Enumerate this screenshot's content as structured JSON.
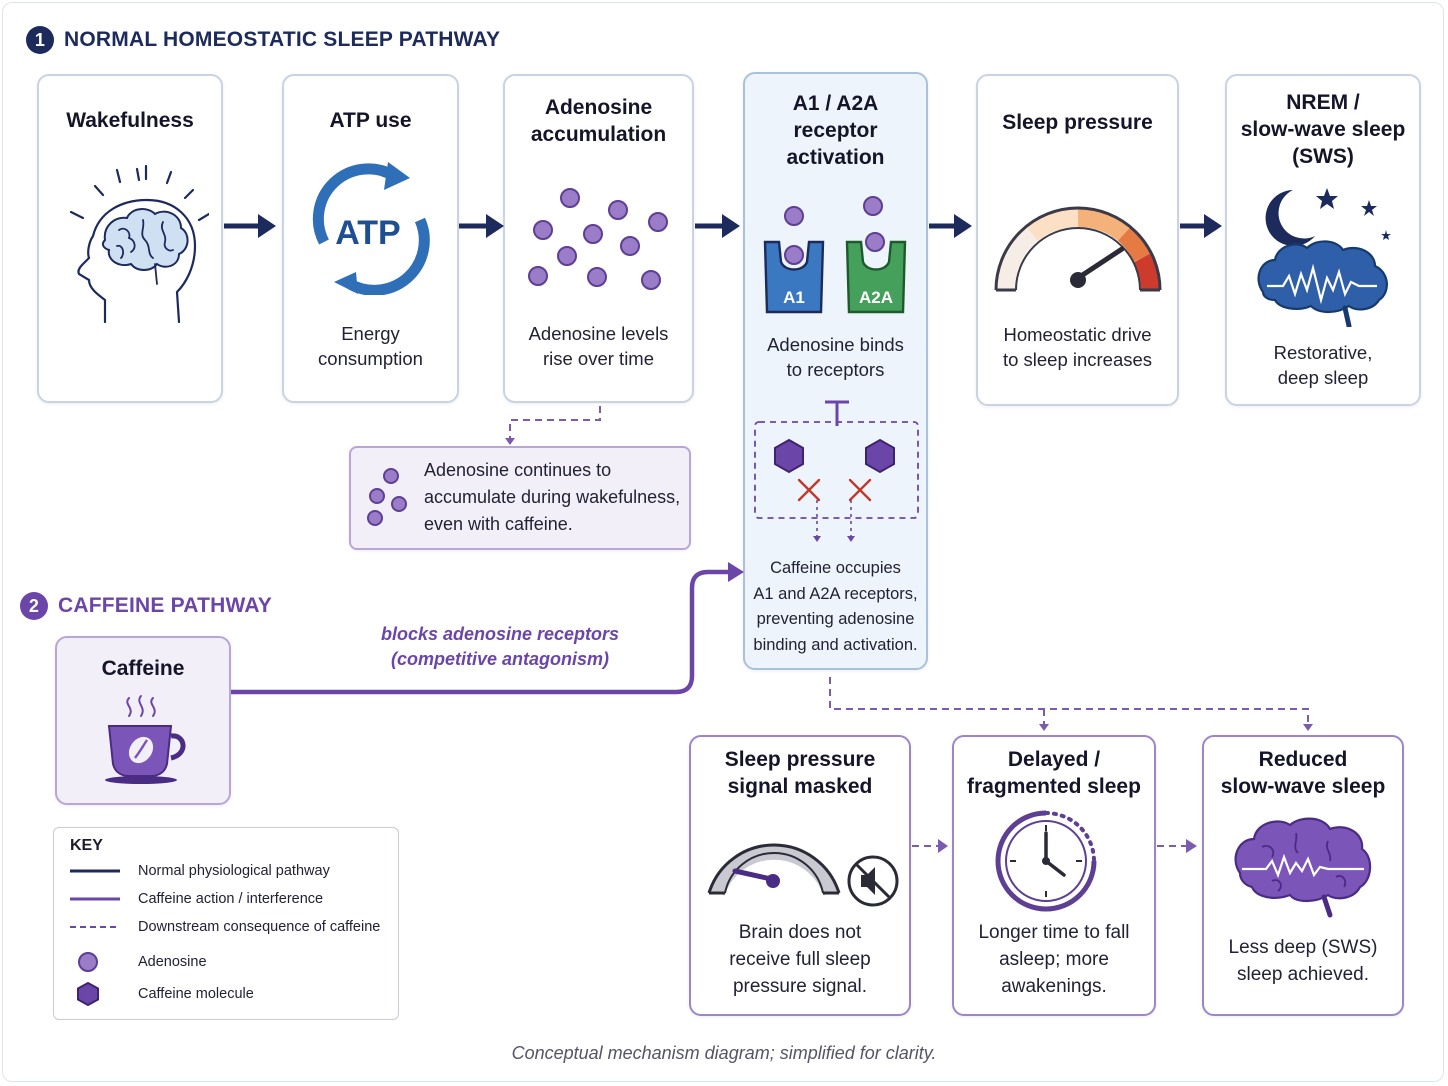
{
  "sections": {
    "normal": {
      "number": "1",
      "title": "NORMAL HOMEOSTATIC SLEEP PATHWAY"
    },
    "caffeine": {
      "number": "2",
      "title": "CAFFEINE PATHWAY"
    }
  },
  "normal_steps": [
    {
      "title": "Wakefulness",
      "caption": "",
      "icon": "brain-head-icon"
    },
    {
      "title": "ATP use",
      "caption": "Energy\nconsumption",
      "icon": "atp-cycle-icon",
      "icon_text": "ATP"
    },
    {
      "title": "Adenosine\naccumulation",
      "caption": "Adenosine levels\nrise over time",
      "icon": "adenosine-dots-icon"
    },
    {
      "title": "A1 / A2A\nreceptor\nactivation",
      "caption": "Adenosine binds\nto receptors",
      "icon": "receptors-icon",
      "receptor_a1": "A1",
      "receptor_a2a": "A2A",
      "block_caption": "Caffeine occupies\nA1 and A2A receptors,\npreventing adenosine\nbinding and activation."
    },
    {
      "title": "Sleep pressure",
      "caption": "Homeostatic drive\nto sleep increases",
      "icon": "gauge-icon"
    },
    {
      "title": "NREM /\nslow-wave sleep\n(SWS)",
      "caption": "Restorative,\ndeep sleep",
      "icon": "moon-brain-icon"
    }
  ],
  "accumulation_note": "Adenosine continues to\naccumulate during wakefulness,\neven with caffeine.",
  "caffeine": {
    "title": "Caffeine",
    "icon": "coffee-cup-icon",
    "action_label": "blocks adenosine receptors\n(competitive antagonism)"
  },
  "consequences": [
    {
      "title": "Sleep pressure\nsignal masked",
      "caption": "Brain does not\nreceive full sleep\npressure signal.",
      "icon": "muted-gauge-icon"
    },
    {
      "title": "Delayed /\nfragmented sleep",
      "caption": "Longer time to fall\nasleep; more\nawakenings.",
      "icon": "clock-icon"
    },
    {
      "title": "Reduced\nslow-wave sleep",
      "caption": "Less deep (SWS)\nsleep achieved.",
      "icon": "purple-brain-icon"
    }
  ],
  "key": {
    "title": "KEY",
    "items": [
      {
        "label": "Normal physiological pathway",
        "symbol": "solid-navy-line"
      },
      {
        "label": "Caffeine action / interference",
        "symbol": "solid-purple-line"
      },
      {
        "label": "Downstream consequence of caffeine",
        "symbol": "dashed-purple-line"
      },
      {
        "label": "Adenosine",
        "symbol": "purple-circle"
      },
      {
        "label": "Caffeine molecule",
        "symbol": "purple-hexagon"
      }
    ]
  },
  "footer": "Conceptual mechanism diagram; simplified for clarity.",
  "colors": {
    "navy": "#1c2a5c",
    "purple": "#6b46a8",
    "blue": "#2e6fb7",
    "green": "#3e9a52",
    "red_x": "#c0392b",
    "light_blue_bg": "#eef4fb",
    "light_purple_bg": "#f3eff9"
  }
}
